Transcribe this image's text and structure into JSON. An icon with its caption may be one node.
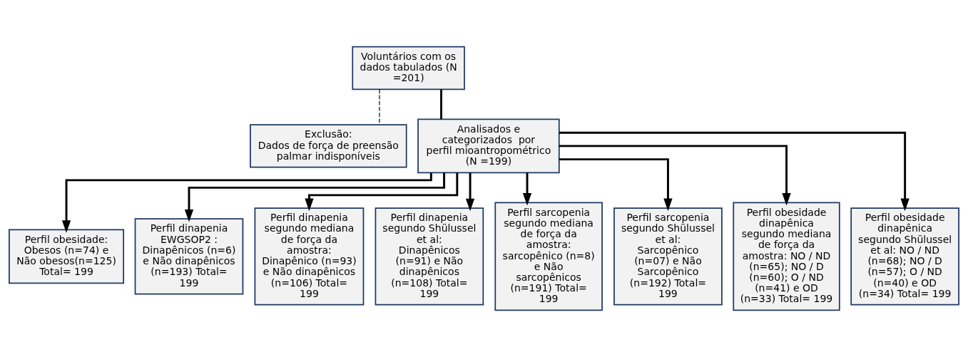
{
  "diagram": {
    "nodes": [
      {
        "text": [
          "Voluntários com os dados tabulados (N =201)"
        ]
      },
      {
        "text": [
          "Exclusão:",
          "Dados de força de preensão palmar indisponíveis"
        ]
      },
      {
        "text": [
          "Analisados e categorizados  por perfil mioantropométrico (N =199)"
        ]
      },
      {
        "text": [
          "Perfil obesidade: Obesos (n=74) e Não obesos(n=125) Total= 199"
        ]
      },
      {
        "text": [
          "Perfil dinapenia EWGSOP2 : Dinapênicos (n=6) e Não dinapênicos (n=193) Total= 199"
        ]
      },
      {
        "text": [
          "Perfil dinapenia segundo mediana de força da amostra: Dinapênico (n=93) e Não dinapênicos (n=106) Total= 199"
        ]
      },
      {
        "text": [
          "Perfil dinapenia segundo Shülussel et al: Dinapênicos (n=91) e Não dinapênicos (n=108) Total= 199"
        ]
      },
      {
        "text": [
          "Perfil sarcopenia segundo mediana de força da amostra: sarcopênico (n=8) e Não sarcopênicos (n=191) Total= 199"
        ]
      },
      {
        "text": [
          "Perfil sarcopenia segundo Shülussel et al: Sarcopênico (n=07) e Não Sarcopênico (n=192) Total= 199"
        ]
      },
      {
        "text": [
          "Perfil obesidade dinapênica segundo mediana de força da amostra: NO / ND (n=65); NO / D (n=60); O / ND (n=41) e OD (n=33) Total= 199"
        ]
      },
      {
        "text": [
          "Perfil obesidade dinapênica segundo Shülussel et al: NO / ND (n=68); NO / D (n=57); O / ND (n=40) e OD (n=34) Total= 199"
        ]
      }
    ],
    "edges": [
      {
        "from": 0,
        "to": 2,
        "arrow": "none"
      },
      {
        "from": 0,
        "to": 1,
        "arrow": "none",
        "style": "dashed"
      },
      {
        "from": 2,
        "to": 3,
        "arrow": "to"
      },
      {
        "from": 2,
        "to": 4,
        "arrow": "to"
      },
      {
        "from": 2,
        "to": 5,
        "arrow": "to"
      },
      {
        "from": 2,
        "to": 6,
        "arrow": "to"
      },
      {
        "from": 2,
        "to": 7,
        "arrow": "to"
      },
      {
        "from": 2,
        "to": 8,
        "arrow": "to"
      },
      {
        "from": 2,
        "to": 9,
        "arrow": "to"
      },
      {
        "from": 2,
        "to": 10,
        "arrow": "to"
      }
    ]
  }
}
